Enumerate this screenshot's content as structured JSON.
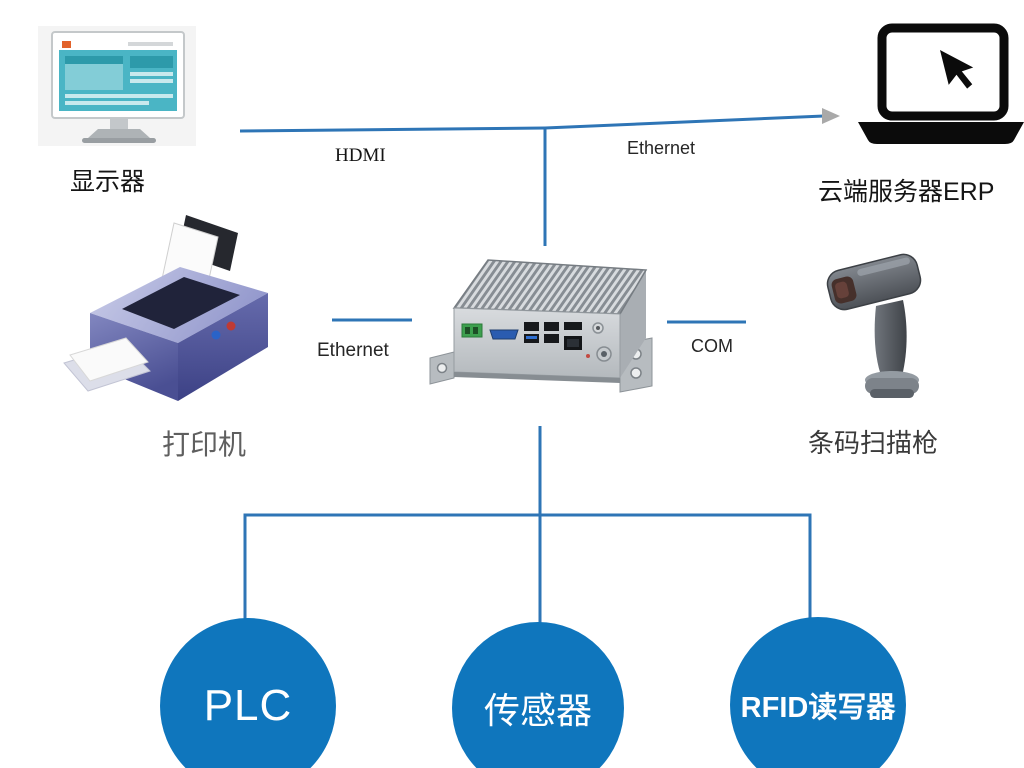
{
  "diagram": {
    "nodes": {
      "monitor": {
        "label": "显示器"
      },
      "cloud_server": {
        "label": "云端服务器ERP"
      },
      "printer": {
        "label": "打印机"
      },
      "barcode_scanner": {
        "label": "条码扫描枪"
      },
      "plc": {
        "label": "PLC"
      },
      "sensor": {
        "label": "传感器"
      },
      "rfid_reader": {
        "label": "RFID读写器"
      }
    },
    "connections": {
      "hdmi": {
        "label": "HDMI"
      },
      "ethernet_server": {
        "label": "Ethernet"
      },
      "ethernet_printer": {
        "label": "Ethernet"
      },
      "com": {
        "label": "COM"
      }
    },
    "colors": {
      "connector_line": "#2E75B6",
      "node_circle_fill": "#0F76BD",
      "node_circle_text": "#FFFFFF"
    }
  }
}
